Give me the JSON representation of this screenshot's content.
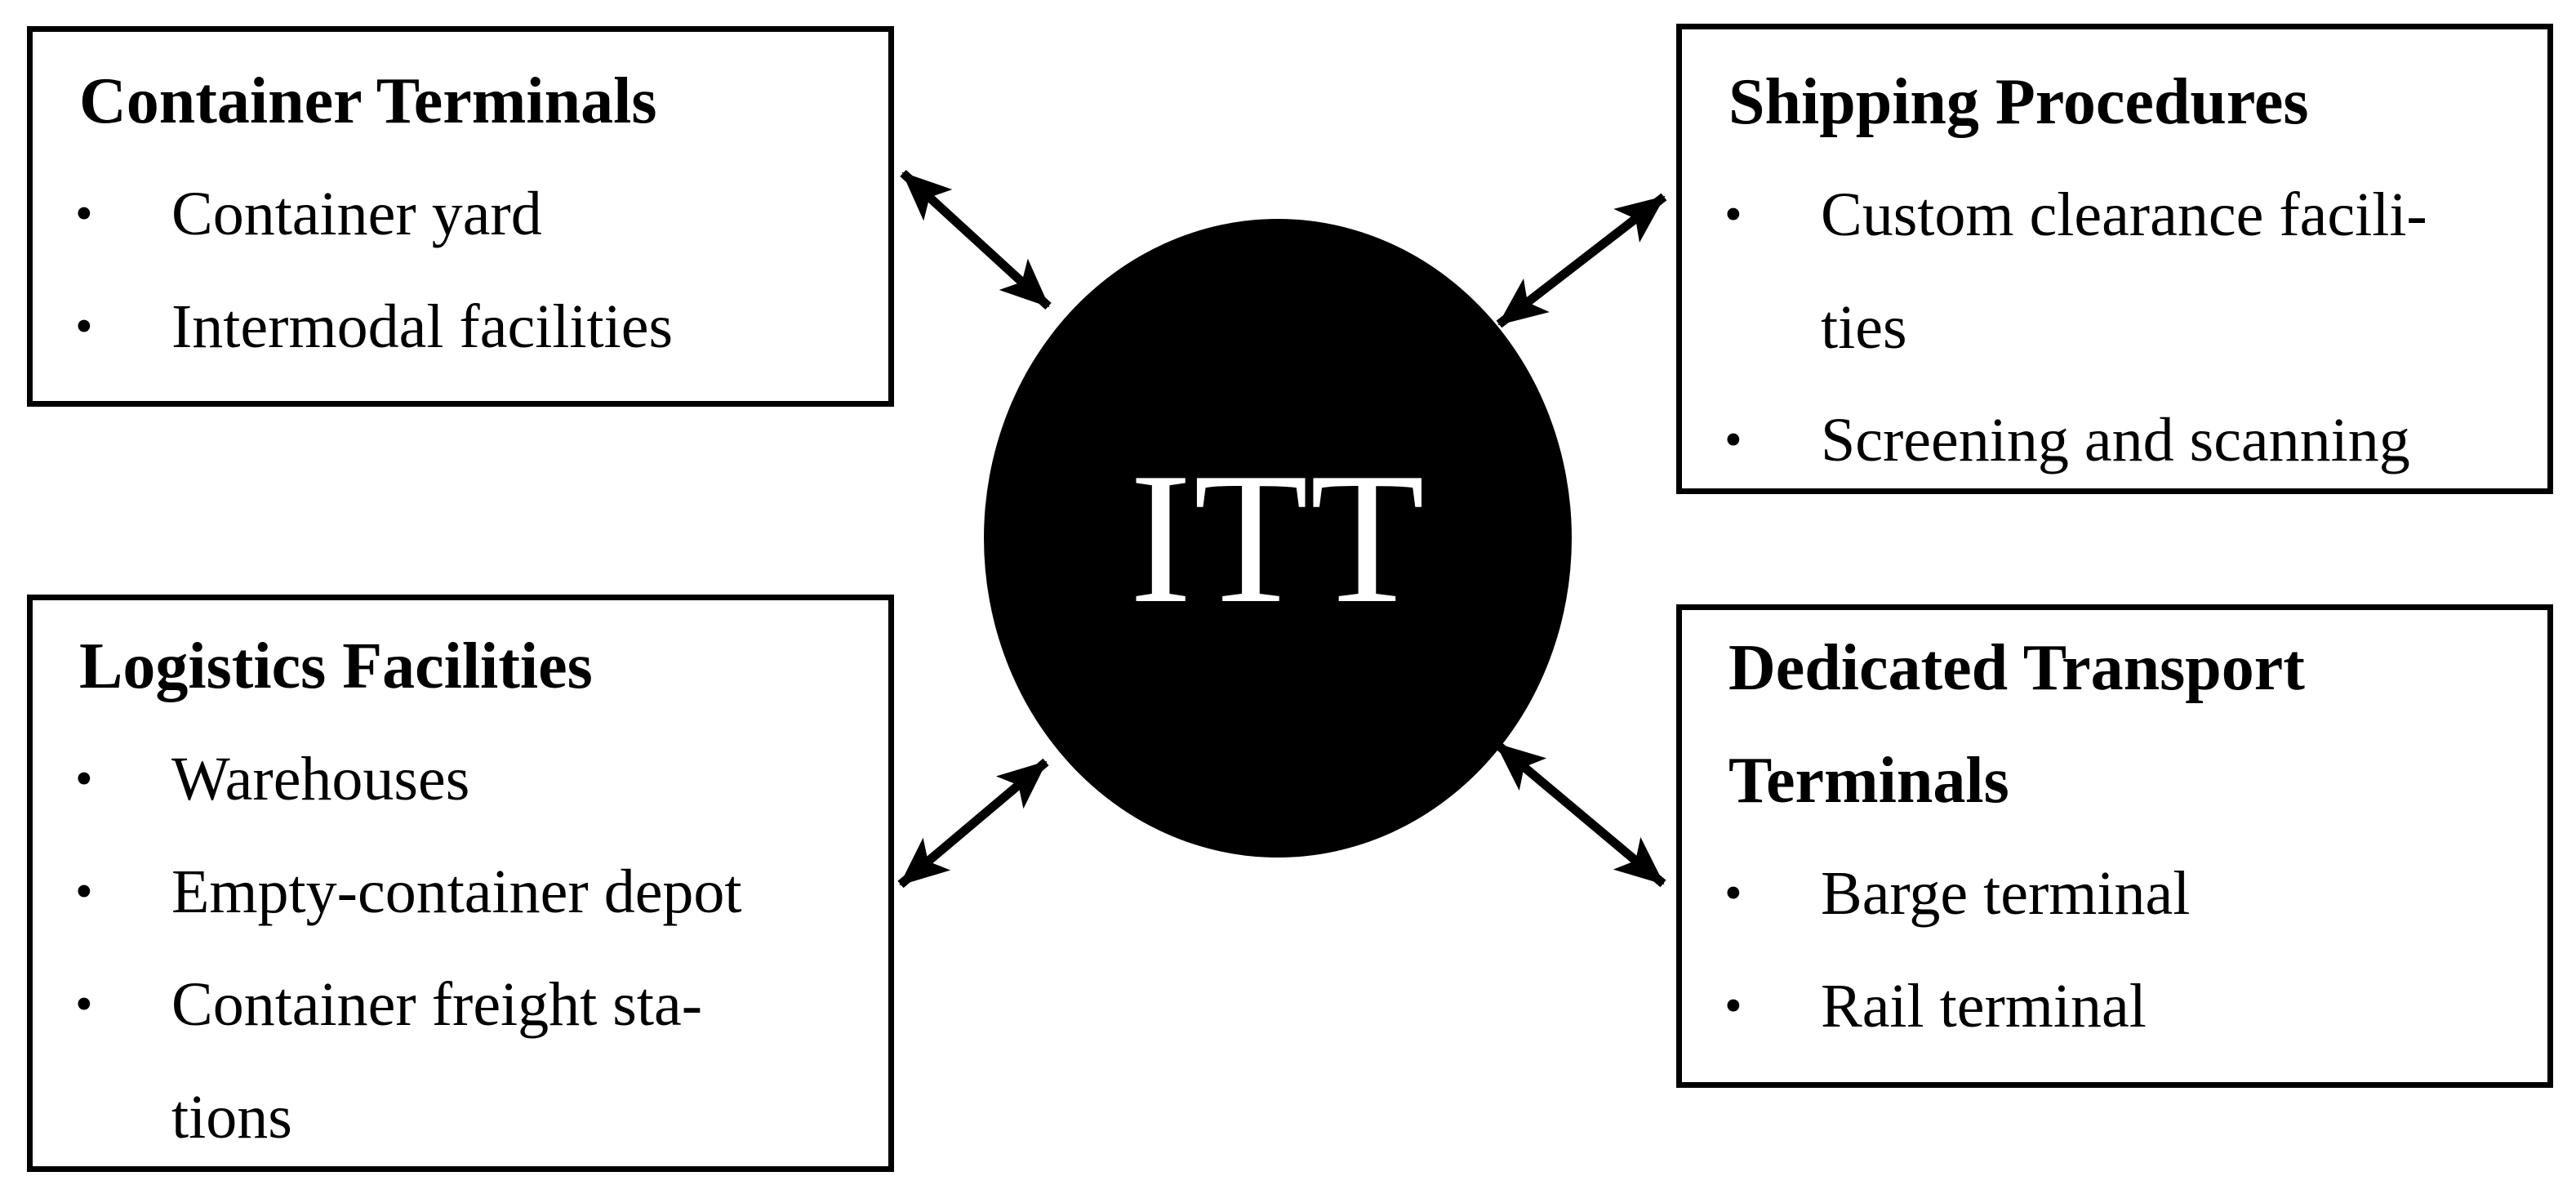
{
  "figure": {
    "center_label": "ITT",
    "boxes": [
      {
        "id": "container-terminals",
        "title": "Container Terminals",
        "items": [
          "Container yard",
          "Intermodal facilities"
        ]
      },
      {
        "id": "shipping-procedures",
        "title": "Shipping Procedures",
        "items": [
          "Custom clearance facili-\nties",
          "Screening and scanning"
        ]
      },
      {
        "id": "logistics-facilities",
        "title": "Logistics Facilities",
        "items": [
          "Warehouses",
          "Empty-container depot",
          "Container freight sta-\ntions"
        ]
      },
      {
        "id": "dedicated-transport-terminals",
        "title": "Dedicated Transport\nTerminals",
        "items": [
          "Barge terminal",
          "Rail terminal"
        ]
      }
    ],
    "colors": {
      "ink": "#000000",
      "background": "#ffffff",
      "center_fill": "#000000",
      "center_text": "#ffffff"
    }
  }
}
